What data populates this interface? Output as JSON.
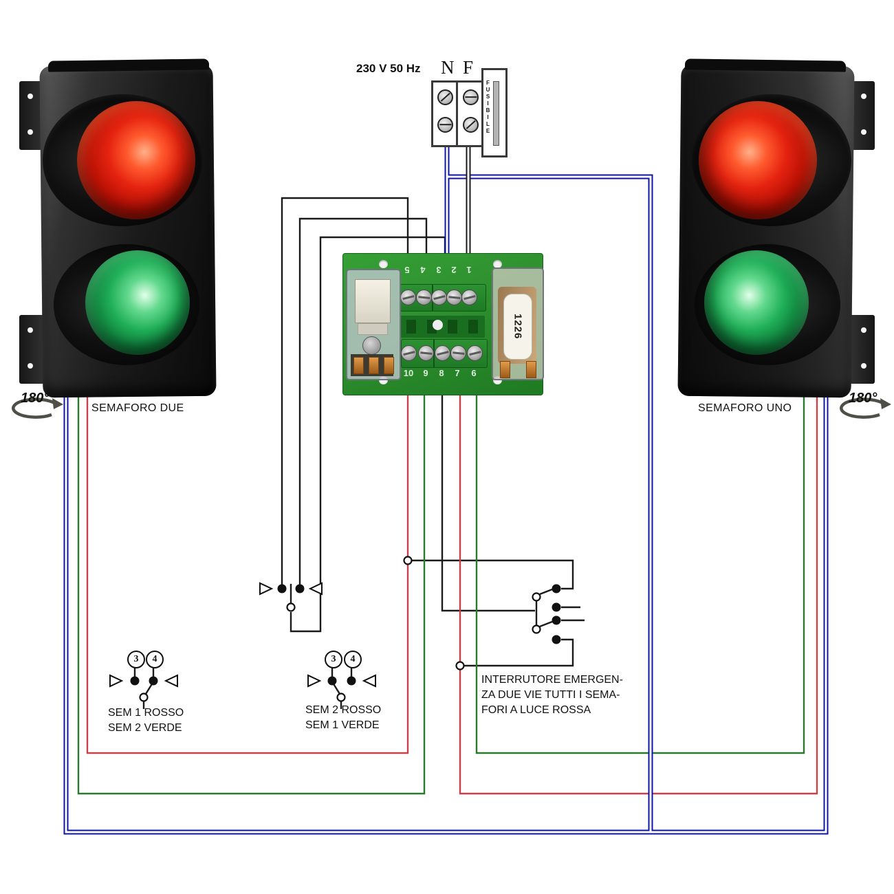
{
  "colors": {
    "wire-blue": "#0f16a6",
    "wire-black": "#1a1a1a",
    "wire-red": "#c8404a",
    "wire-green": "#2a7a2e",
    "board-green": "#2e8f2e",
    "lamp-red": "#e52310",
    "lamp-green": "#1fae57"
  },
  "power": {
    "voltage": "230 V 50 Hz",
    "neutral": "N",
    "phase": "F",
    "fuse": "FUSIBILE"
  },
  "board": {
    "terminals_top": [
      "5",
      "4",
      "3",
      "2",
      "1"
    ],
    "terminals_bottom": [
      "10",
      "9",
      "8",
      "7",
      "6"
    ],
    "relay_label": "1226"
  },
  "lights": {
    "left": {
      "name": "SEMAFORO DUE",
      "rotation": "180°"
    },
    "right": {
      "name": "SEMAFORO UNO",
      "rotation": "180°"
    }
  },
  "switches": {
    "left": {
      "terminal_a": "3",
      "terminal_b": "4",
      "label_line1": "SEM 1 ROSSO",
      "label_line2": "SEM 2 VERDE"
    },
    "middle": {
      "terminal_a": "3",
      "terminal_b": "4",
      "label_line1": "SEM 2 ROSSO",
      "label_line2": "SEM 1 VERDE"
    }
  },
  "emergency": {
    "label_line1": "INTERRUTORE EMERGEN-",
    "label_line2": "ZA DUE VIE TUTTI I SEMA-",
    "label_line3": "FORI A LUCE ROSSA"
  }
}
